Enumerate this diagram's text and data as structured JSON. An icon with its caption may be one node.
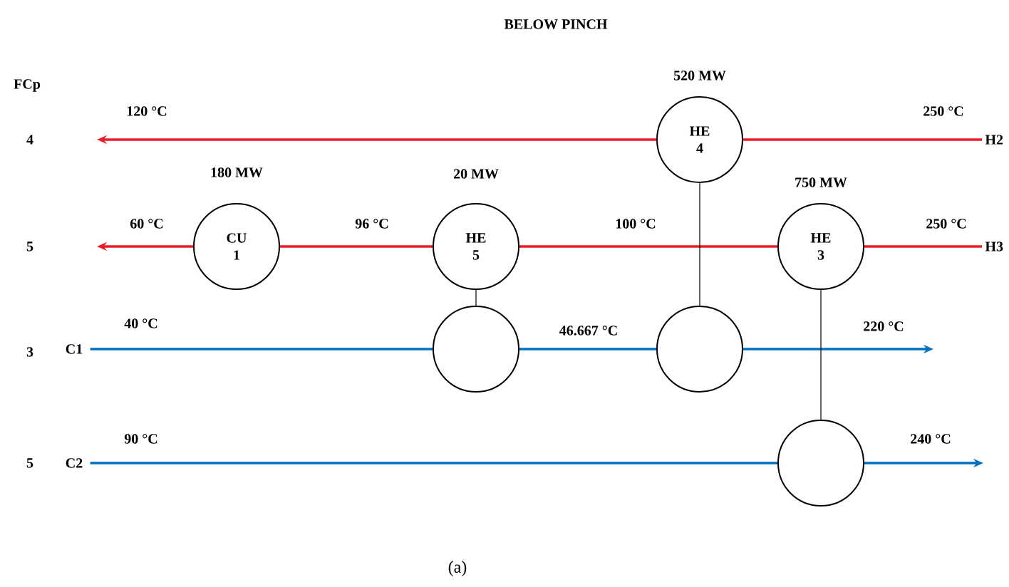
{
  "diagram": {
    "title": "BELOW PINCH",
    "caption": "(a)",
    "nodes": [
      {
        "text": [
          "HE 4"
        ],
        "beside": [
          "520 MW"
        ]
      },
      {
        "text": [
          "H2"
        ]
      },
      {
        "text": [
          "CU 1"
        ],
        "beside": [
          "180 MW"
        ]
      },
      {
        "text": [
          "HE 5"
        ],
        "beside": [
          "20 MW"
        ]
      },
      {
        "text": [
          "HE 3"
        ],
        "beside": [
          "750 MW"
        ]
      },
      {
        "text": [
          "H3"
        ]
      },
      {
        "text": [
          "C1"
        ]
      },
      {
        "text": [],
        "shape": "circle"
      },
      {
        "text": [],
        "shape": "circle"
      },
      {
        "text": [
          "C2"
        ]
      },
      {
        "text": [],
        "shape": "circle"
      }
    ],
    "edges": [
      {
        "from": 1,
        "to": 0,
        "arrow": "none",
        "color": "#ee1c25"
      },
      {
        "from": 0,
        "to": null,
        "arrow": "to",
        "color": "#ee1c25"
      },
      {
        "from": 5,
        "to": 4,
        "arrow": "none",
        "color": "#ee1c25"
      },
      {
        "from": 4,
        "to": 3,
        "arrow": "none",
        "color": "#ee1c25"
      },
      {
        "from": 3,
        "to": 2,
        "arrow": "none",
        "color": "#ee1c25"
      },
      {
        "from": 2,
        "to": null,
        "arrow": "to",
        "color": "#ee1c25"
      },
      {
        "from": 6,
        "to": 7,
        "arrow": "none",
        "color": "#0070c0"
      },
      {
        "from": 7,
        "to": 8,
        "arrow": "none",
        "color": "#0070c0"
      },
      {
        "from": 8,
        "to": null,
        "arrow": "to",
        "color": "#0070c0"
      },
      {
        "from": 9,
        "to": 10,
        "arrow": "none",
        "color": "#0070c0"
      },
      {
        "from": 10,
        "to": null,
        "arrow": "to",
        "color": "#0070c0"
      },
      {
        "from": 3,
        "to": 7,
        "arrow": "none",
        "color": "#000000"
      },
      {
        "from": 0,
        "to": 8,
        "arrow": "none",
        "color": "#000000"
      },
      {
        "from": 4,
        "to": 10,
        "arrow": "none",
        "color": "#000000"
      }
    ],
    "labels": [
      "FCp",
      "120 °C",
      "250 °C",
      "4",
      "60 °C",
      "96 °C",
      "100 °C",
      "250 °C",
      "5",
      "40 °C",
      "46.667 °C",
      "220 °C",
      "3",
      "90 °C",
      "240 °C",
      "5"
    ]
  }
}
